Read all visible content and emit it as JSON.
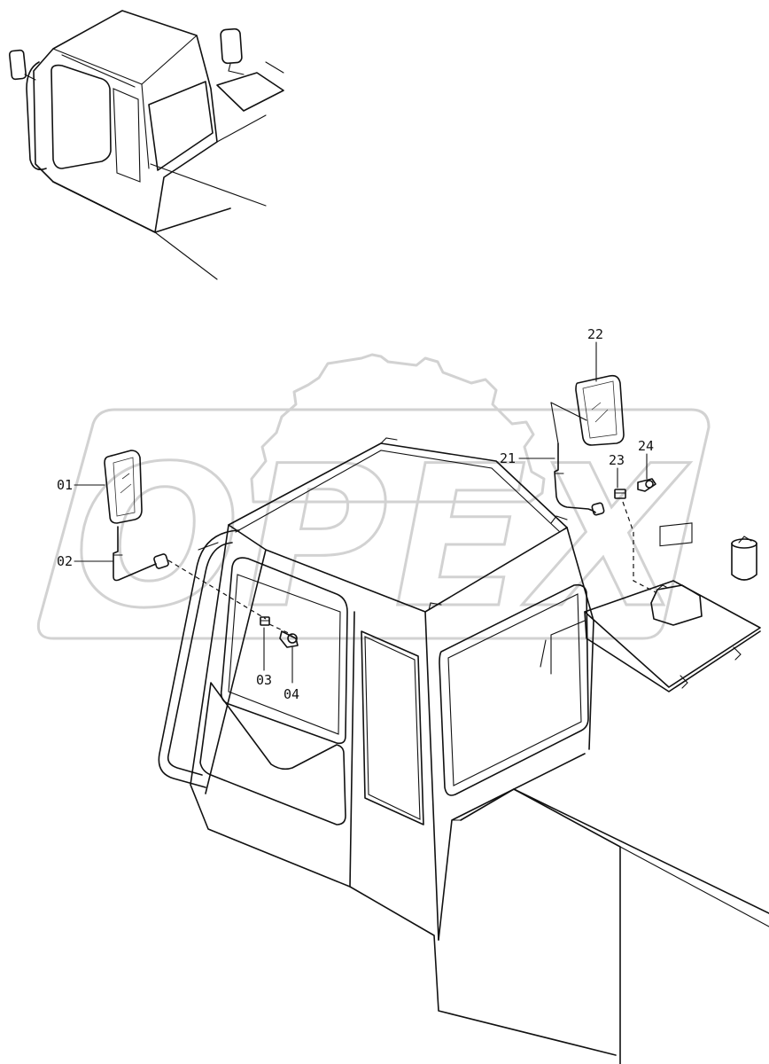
{
  "watermark": {
    "text": "OPEX"
  },
  "callouts": [
    {
      "id": "01",
      "label": "01"
    },
    {
      "id": "02",
      "label": "02"
    },
    {
      "id": "03",
      "label": "03"
    },
    {
      "id": "04",
      "label": "04"
    },
    {
      "id": "21",
      "label": "21"
    },
    {
      "id": "22",
      "label": "22"
    },
    {
      "id": "23",
      "label": "23"
    },
    {
      "id": "24",
      "label": "24"
    }
  ],
  "colors": {
    "line": "#111111",
    "watermark": "#d2d2d2",
    "background": "#ffffff"
  }
}
